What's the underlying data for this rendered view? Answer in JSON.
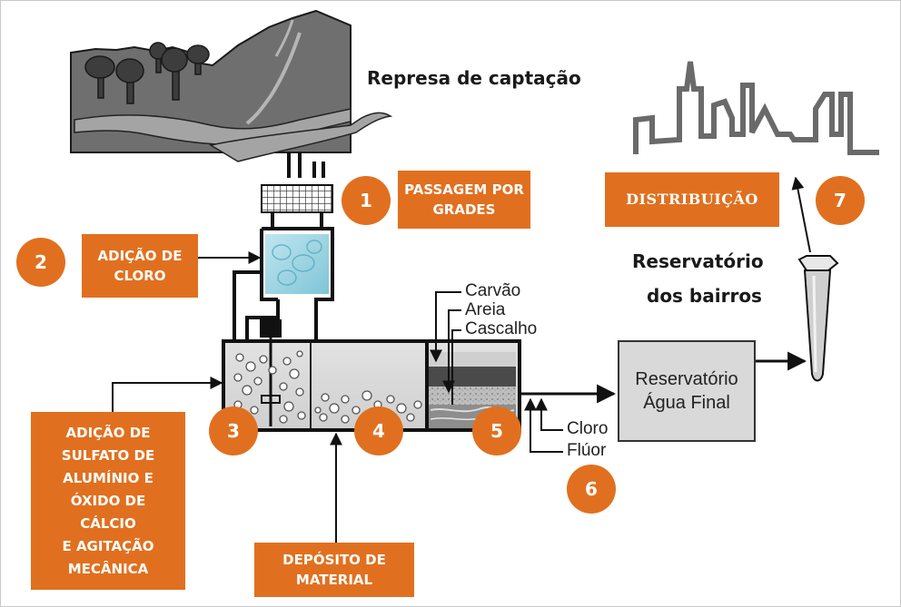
{
  "title": "Represa de captação",
  "boxes": {
    "passagem_por_grades": [
      "PASSAGEM POR",
      "GRADES"
    ],
    "adicao_de_cloro": [
      "ADIÇÃO DE",
      "CLORO"
    ],
    "adicao_sulfato": [
      "ADIÇÃO DE",
      "SULFATO DE",
      "ALUMÍNIO E",
      "ÓXIDO DE",
      "CÁLCIO",
      "E AGITAÇÃO",
      "MECÂNICA"
    ],
    "deposito_de_material": [
      "DEPÓSITO DE",
      "MATERIAL"
    ],
    "distribuicao": "DISTRIBUIÇÃO"
  },
  "steps": [
    "1",
    "2",
    "3",
    "4",
    "5",
    "6",
    "7"
  ],
  "labels": {
    "reservatorio_bairros": [
      "Reservatório",
      "dos bairros"
    ],
    "reservatorio_agua_final": [
      "Reservatório",
      "Água Final"
    ],
    "filter_layers": [
      "Carvão",
      "Areia",
      "Cascalho"
    ],
    "cloro": "Cloro",
    "fluor": "Flúor"
  },
  "colors": {
    "accent": "#e0701f",
    "terrain": "#6f6f6f",
    "ink": "#1a1a1a"
  }
}
